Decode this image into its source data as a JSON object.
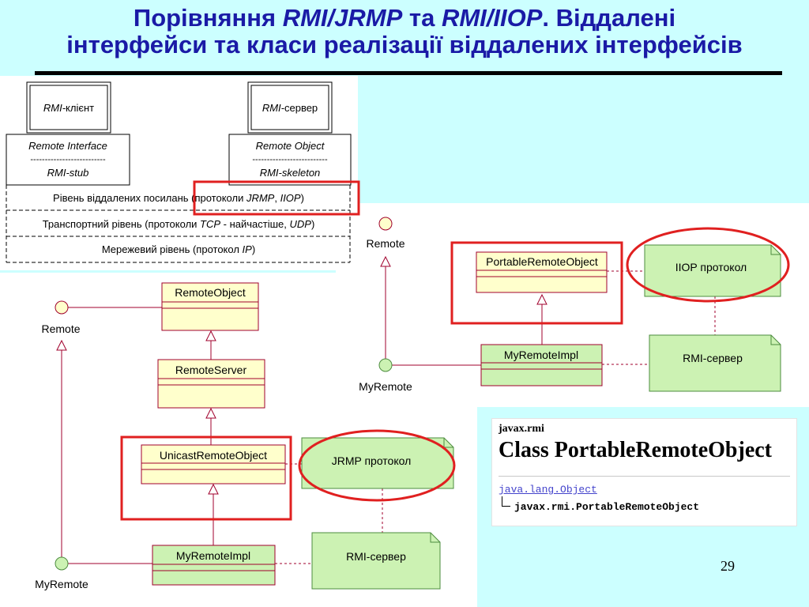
{
  "title": {
    "line1_a": "Порівняння ",
    "line1_b": "RMI/JRMP",
    "line1_c": " та ",
    "line1_d": "RMI/IIOP",
    "line1_e": ".  Віддалені",
    "line2": "інтерфейси та класи реалізації віддалених інтерфейсів"
  },
  "layers": {
    "client_name": "клієнт",
    "server_name": "сервер",
    "rmi_prefix": "RMI-",
    "remote_interface": "Remote Interface",
    "remote_object": "Remote Object",
    "dash_line": "--------------------------",
    "rmi_stub": "RMI-stub",
    "rmi_skeleton": "RMI-skeleton",
    "ref_layer_a": "Рівень віддалених посилань (протоколи ",
    "ref_layer_b": "JRMP",
    "ref_layer_c": ", ",
    "ref_layer_d": "IIOP",
    "ref_layer_e": ")",
    "transport_a": "Транспортний рівень (протоколи ",
    "transport_b": "TCP",
    "transport_c": " - найчастіше, ",
    "transport_d": "UDP",
    "transport_e": ")",
    "network_a": "Мережевий рівень (протокол ",
    "network_b": "IP",
    "network_c": ")"
  },
  "jrmp_diagram": {
    "remote_object": "RemoteObject",
    "remote_server": "RemoteServer",
    "unicast": "UnicastRemoteObject",
    "impl": "MyRemoteImpl",
    "protocol_note": "JRMP протокол",
    "server_note": "RMI-сервер",
    "remote": "Remote",
    "my_remote": "MyRemote"
  },
  "iiop_diagram": {
    "portable": "PortableRemoteObject",
    "impl": "MyRemoteImpl",
    "protocol_note": "IIOP протокол",
    "server_note": "RMI-сервер",
    "remote": "Remote",
    "my_remote": "MyRemote"
  },
  "api_doc": {
    "package": "javax.rmi",
    "class_title": "Class PortableRemoteObject",
    "superclass": "java.lang.Object",
    "subclass": "javax.rmi.PortableRemoteObject"
  },
  "page_number": "29",
  "colors": {
    "background": "#ccffff",
    "title": "#1a1aa6",
    "highlight": "#e02020",
    "class_fill": "#ffffcc",
    "class_border": "#a0002c",
    "note_fill": "#ccf2b3",
    "note_border": "#4d8c3f"
  }
}
